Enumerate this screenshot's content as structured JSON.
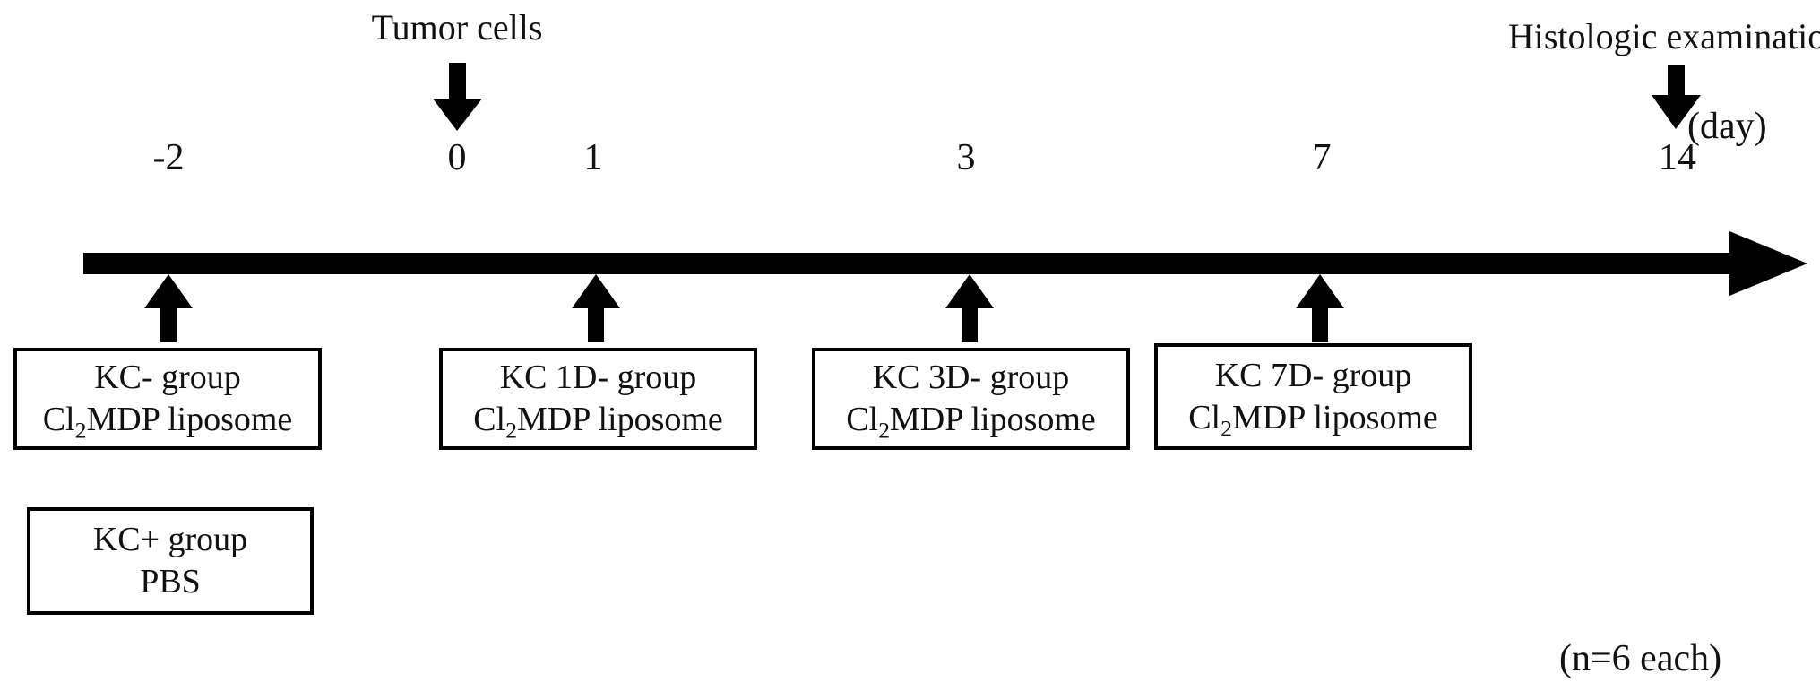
{
  "diagram": {
    "title_annotations": {
      "tumor_cells": "Tumor cells",
      "histologic_examination": "Histologic examination",
      "day_unit": "(day)",
      "sample_size": "(n=6 each)"
    },
    "axis": {
      "unit_label": "(day)",
      "tick_labels": [
        "-2",
        "0",
        "1",
        "3",
        "7",
        "14"
      ],
      "tick_days": [
        -2,
        0,
        1,
        3,
        7,
        14
      ],
      "direction": "left-to-right"
    },
    "event_arrows": [
      {
        "name": "tumor-cells-arrow",
        "label": "Tumor cells",
        "day": "0",
        "direction": "down"
      },
      {
        "name": "histologic-examination-arrow",
        "label": "Histologic examination",
        "day": "14",
        "direction": "down"
      }
    ],
    "treatment_arrows": [
      {
        "day": "-2",
        "direction": "up"
      },
      {
        "day": "1",
        "direction": "up"
      },
      {
        "day": "3",
        "direction": "up"
      },
      {
        "day": "7",
        "direction": "up"
      }
    ],
    "groups": [
      {
        "id": "kc-minus",
        "line1": "KC- group",
        "agent_prefix": "Cl",
        "agent_sub": "2",
        "agent_suffix": "MDP liposome",
        "day": "-2"
      },
      {
        "id": "kc-1d",
        "line1": "KC 1D- group",
        "agent_prefix": "Cl",
        "agent_sub": "2",
        "agent_suffix": "MDP liposome",
        "day": "1"
      },
      {
        "id": "kc-3d",
        "line1": "KC 3D- group",
        "agent_prefix": "Cl",
        "agent_sub": "2",
        "agent_suffix": "MDP liposome",
        "day": "3"
      },
      {
        "id": "kc-7d",
        "line1": "KC 7D- group",
        "agent_prefix": "Cl",
        "agent_sub": "2",
        "agent_suffix": "MDP liposome",
        "day": "7"
      },
      {
        "id": "kc-plus",
        "line1": "KC+ group",
        "agent_prefix": "PBS",
        "agent_sub": "",
        "agent_suffix": "",
        "day": "-2"
      }
    ],
    "colors": {
      "ink": "#000000",
      "background": "#ffffff",
      "text": "#111111"
    }
  }
}
